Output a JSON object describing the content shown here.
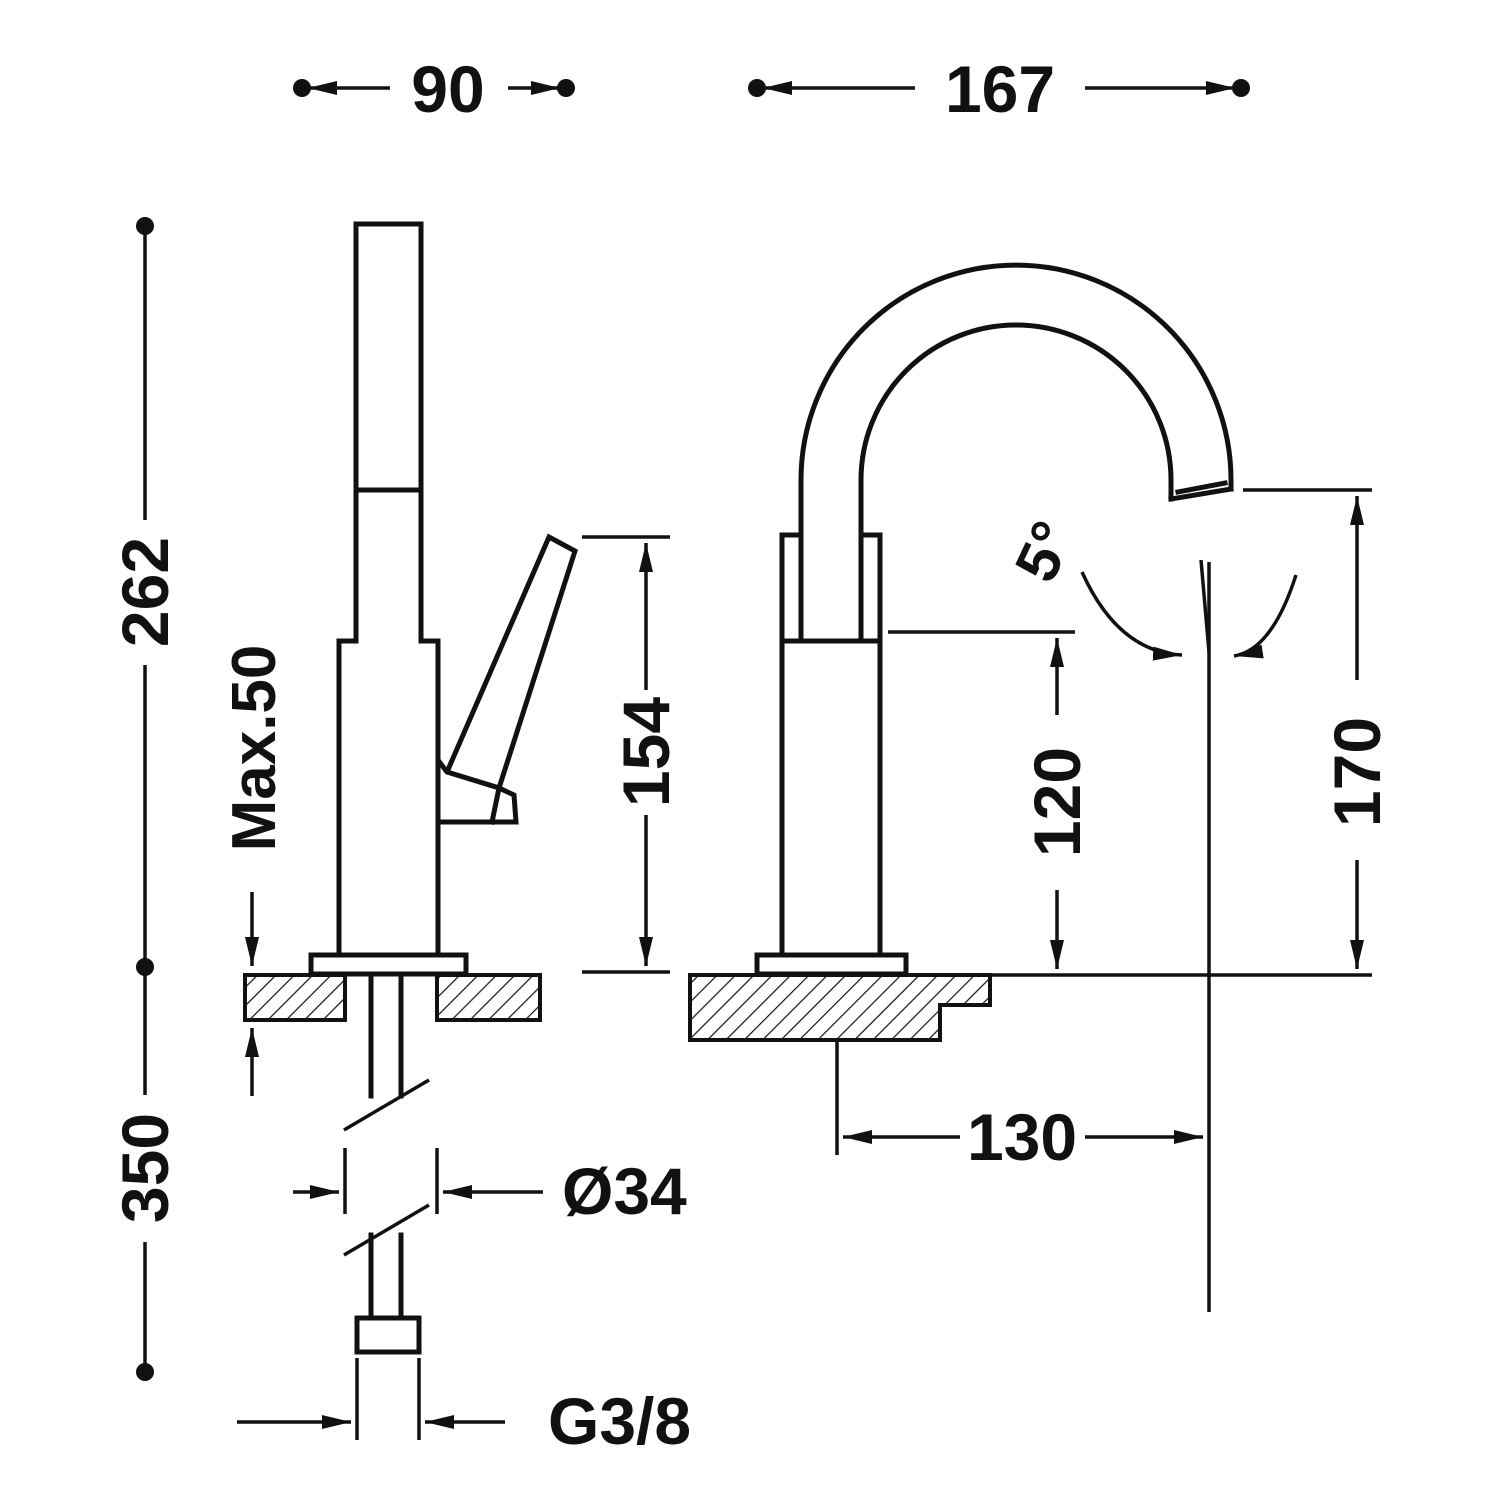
{
  "drawing": {
    "background": "#ffffff",
    "line_color": "#111111",
    "labels": {
      "side_width": "90",
      "front_width": "167",
      "total_height": "262",
      "deck_thickness_max": "Max.50",
      "body_height": "154",
      "hose_length": "350",
      "hole_diameter": "Ø34",
      "thread_size": "G3/8",
      "swivel_angle": "5°",
      "spout_underside_height": "120",
      "spout_outlet_height": "170",
      "spout_reach": "130"
    }
  }
}
